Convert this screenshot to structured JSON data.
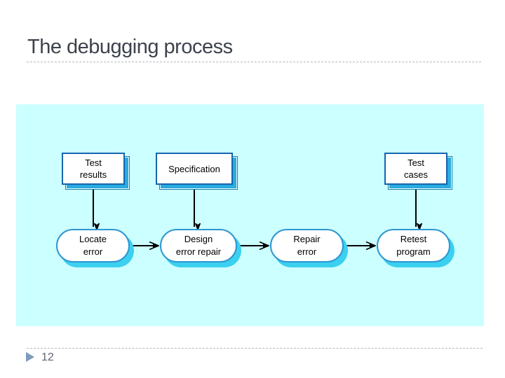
{
  "slide": {
    "title": "The debugging process",
    "page_number": "12"
  },
  "diagram": {
    "background_color": "#ccffff",
    "top_boxes": [
      {
        "label": "Test\nresults"
      },
      {
        "label": "Specification"
      },
      {
        "label": "Test\ncases"
      }
    ],
    "process_steps": [
      {
        "label": "Locate\nerror"
      },
      {
        "label": "Design\nerror repair"
      },
      {
        "label": "Repair\nerror"
      },
      {
        "label": "Retest\nprogram"
      }
    ],
    "connections": [
      "Test results -> Locate error",
      "Specification -> Design error repair",
      "Test cases -> Retest program",
      "Locate error -> Design error repair",
      "Design error repair -> Repair error",
      "Repair error -> Retest program"
    ]
  },
  "colors": {
    "title_text": "#3d434d",
    "dashed_rule": "#b4b9be",
    "diagram_background": "#ccffff",
    "rect_box_border": "#1565ae",
    "rect_box_shadow": "#29ace0",
    "rect_shadow_outline": "#0d7ea6",
    "round_box_border": "#2d96d2",
    "round_box_shadow": "#3bd0f0",
    "arrow": "#000000",
    "footer_bullet": "#7e9bbd",
    "page_number_text": "#5f6670"
  }
}
